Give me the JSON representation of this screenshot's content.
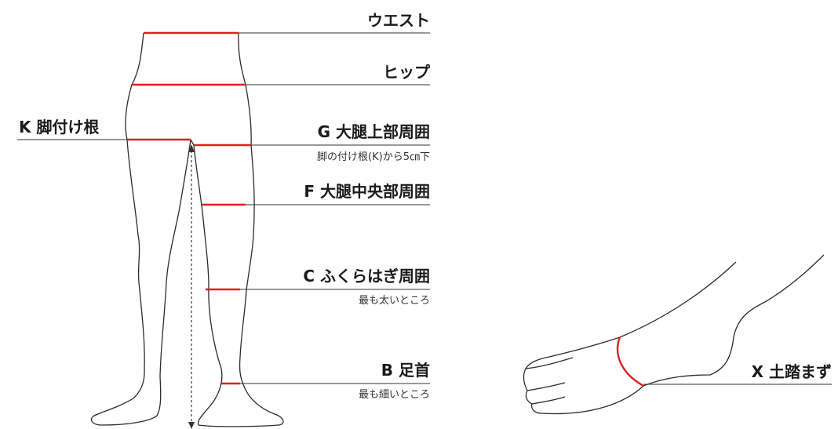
{
  "colors": {
    "measure": "#e02020",
    "outline": "#2b2b2b",
    "leader": "#333333"
  },
  "labels": {
    "waist": "ウエスト",
    "hip": "ヒップ",
    "k": "K 脚付け根",
    "g": "G 大腿上部周囲",
    "g_note": "脚の付け根(K)から5㎝下",
    "f": "F 大腿中央部周囲",
    "c": "C ふくらはぎ周囲",
    "c_note": "最も太いところ",
    "b": "B 足首",
    "b_note": "最も細いところ",
    "x": "X 土踏まず"
  }
}
